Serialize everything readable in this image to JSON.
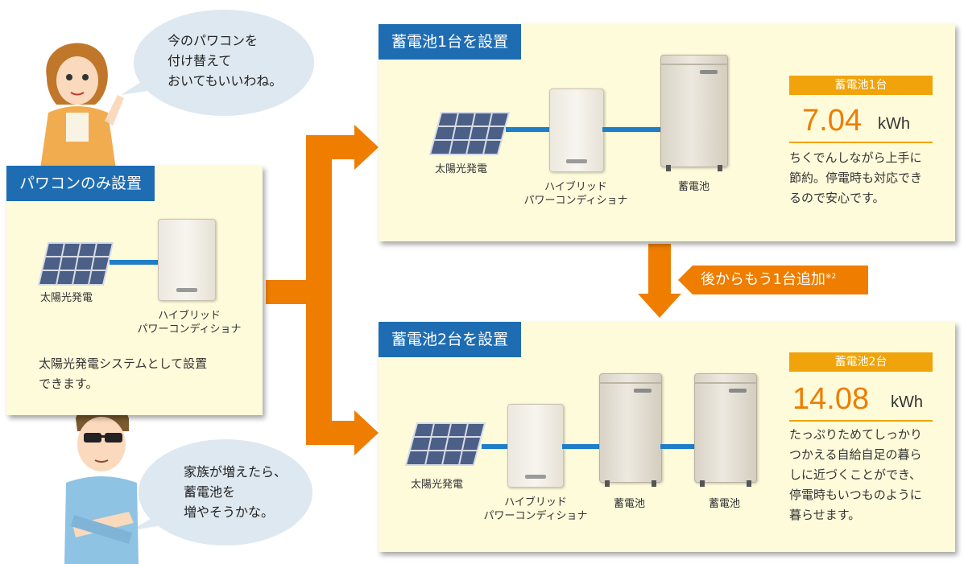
{
  "speech": {
    "woman": [
      "今のパワコンを",
      "付け替えて",
      "おいてもいいわね。"
    ],
    "man": [
      "家族が増えたら、",
      "蓄電池を",
      "増やそうかな。"
    ]
  },
  "panel_pcs_only": {
    "title": "パワコンのみ設置",
    "solar_label": "太陽光発電",
    "pcs_label": [
      "ハイブリッド",
      "パワーコンディショナ"
    ],
    "description": [
      "太陽光発電システムとして設置",
      "できます。"
    ]
  },
  "panel_one": {
    "title": "蓄電池1台を設置",
    "solar_label": "太陽光発電",
    "pcs_label": [
      "ハイブリッド",
      "パワーコンディショナ"
    ],
    "battery_label": "蓄電池",
    "capacity_header": "蓄電池1台",
    "capacity_value": "7.04",
    "capacity_unit": "kWh",
    "description": [
      "ちくでんしながら上手に",
      "節約。停電時も対応でき",
      "るので安心です。"
    ]
  },
  "add_note": {
    "text": "後からもう1台追加",
    "ref": "※2"
  },
  "panel_two": {
    "title": "蓄電池2台を設置",
    "solar_label": "太陽光発電",
    "pcs_label": [
      "ハイブリッド",
      "パワーコンディショナ"
    ],
    "battery_labels": [
      "蓄電池",
      "蓄電池"
    ],
    "capacity_header": "蓄電池2台",
    "capacity_value": "14.08",
    "capacity_unit": "kWh",
    "description": [
      "たっぷりためてしっかり",
      "つかえる自給自足の暮ら",
      "しに近づくことができ、",
      "停電時もいつものように",
      "暮らせます。"
    ]
  },
  "colors": {
    "panel_bg": "#fefbdb",
    "tab_blue": "#1e6db3",
    "arrow_orange": "#ee7d00",
    "capacity_amber": "#f0a30a",
    "bubble_blue": "#dde8f1"
  },
  "icons": [
    "solar-panel-icon",
    "power-conditioner-icon",
    "battery-unit-icon",
    "woman-figure-icon",
    "man-figure-icon"
  ]
}
